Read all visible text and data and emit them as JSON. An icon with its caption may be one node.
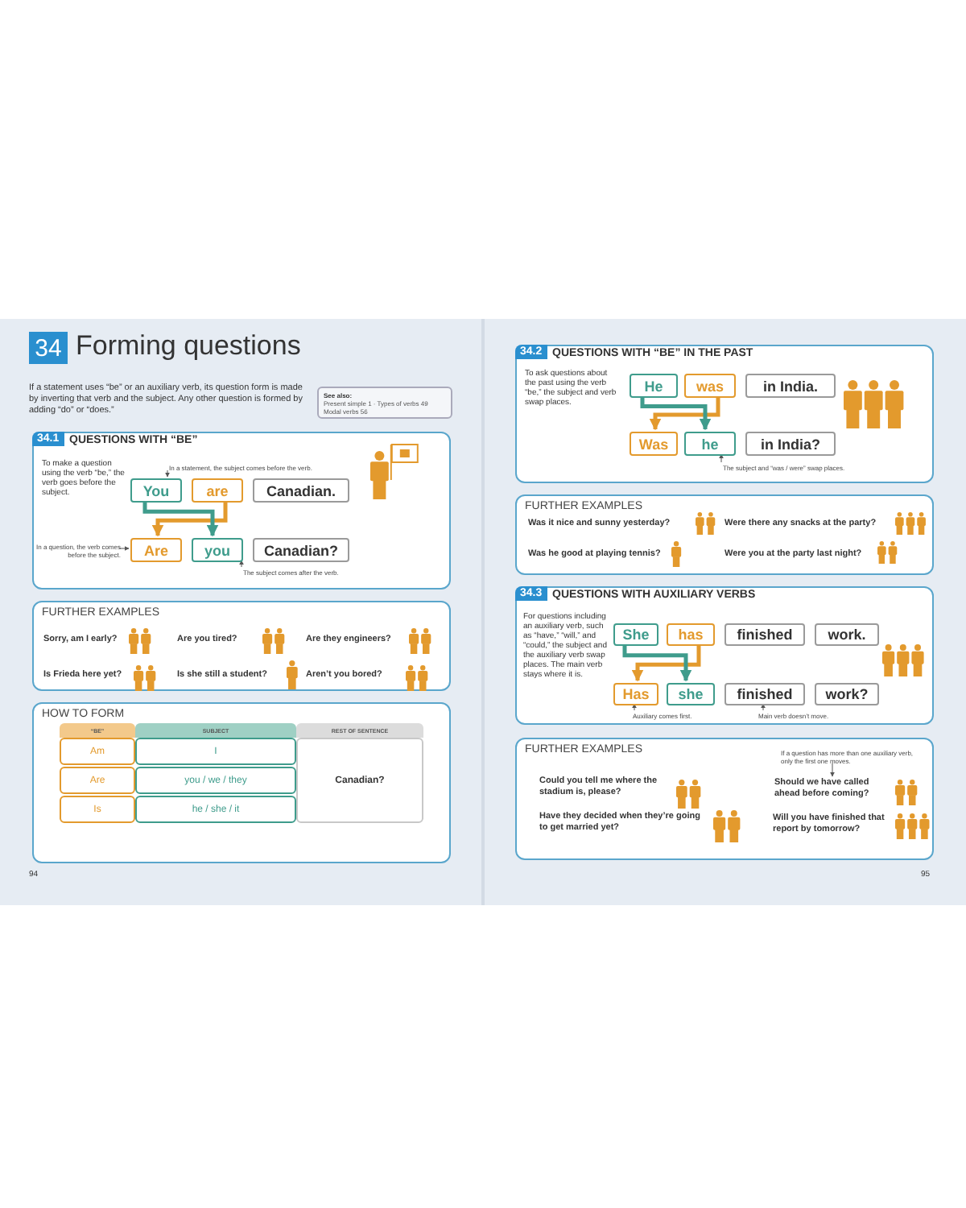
{
  "diagram": {
    "title": "Forming questions",
    "nodes": [
      {
        "text": [
          "See also:",
          "Present simple 1 · Types of verbs 49 Modal verbs 56"
        ]
      },
      {
        "text": [
          "34.1",
          "QUESTIONS WITH “BE”",
          "To make a question using the verb “be,” the verb goes before the subject."
        ]
      },
      {
        "text": [
          "In a statement, the subject comes before the verb."
        ],
        "in": 1
      },
      {
        "text": [
          "You"
        ],
        "in": 1
      },
      {
        "text": [
          "are"
        ],
        "in": 1
      },
      {
        "text": [
          "Canadian."
        ],
        "in": 1
      },
      {
        "text": [
          "In a question, the verb comes before the subject."
        ],
        "in": 1
      },
      {
        "text": [
          "Are"
        ],
        "in": 1
      },
      {
        "text": [
          "you"
        ],
        "in": 1
      },
      {
        "text": [
          "Canadian?"
        ],
        "in": 1
      },
      {
        "text": [
          "The subject comes after the verb."
        ],
        "in": 1
      },
      {
        "text": [
          "FURTHER EXAMPLES"
        ]
      },
      {
        "text": [
          "HOW TO FORM"
        ]
      },
      {
        "text": [
          "34.2",
          "QUESTIONS WITH “BE” IN THE PAST",
          "To ask questions about the past using the verb “be,” the subject and verb swap places."
        ]
      },
      {
        "text": [
          "He"
        ],
        "in": 13
      },
      {
        "text": [
          "was"
        ],
        "in": 13
      },
      {
        "text": [
          "in India."
        ],
        "in": 13
      },
      {
        "text": [
          "Was"
        ],
        "in": 13
      },
      {
        "text": [
          "he"
        ],
        "in": 13
      },
      {
        "text": [
          "in India?"
        ],
        "in": 13
      },
      {
        "text": [
          "The subject and “was / were” swap places."
        ],
        "in": 13
      },
      {
        "text": [
          "FURTHER EXAMPLES"
        ]
      },
      {
        "text": [
          "34.3",
          "QUESTIONS WITH AUXILIARY VERBS",
          "For questions including an auxiliary verb, such as “have,” “will,” and “could,” the subject and the auxiliary verb swap places. The main verb stays where it is."
        ]
      },
      {
        "text": [
          "She"
        ],
        "in": 22
      },
      {
        "text": [
          "has"
        ],
        "in": 22
      },
      {
        "text": [
          "finished"
        ],
        "in": 22
      },
      {
        "text": [
          "work."
        ],
        "in": 22
      },
      {
        "text": [
          "Has"
        ],
        "in": 22
      },
      {
        "text": [
          "she"
        ],
        "in": 22
      },
      {
        "text": [
          "finished"
        ],
        "in": 22
      },
      {
        "text": [
          "work?"
        ],
        "in": 22
      },
      {
        "text": [
          "Auxiliary comes first."
        ],
        "in": 22
      },
      {
        "text": [
          "Main verb doesn’t move."
        ],
        "in": 22
      },
      {
        "text": [
          "FURTHER EXAMPLES"
        ]
      },
      {
        "text": [
          "If a question has more than one auxiliary verb, only the first one moves."
        ],
        "in": 33
      },
      {
        "text": [
          "Should we have called ahead before coming?"
        ],
        "in": 33
      }
    ],
    "edges": [
      {
        "from": 2,
        "to": 3,
        "arrow": "to"
      },
      {
        "from": 4,
        "to": 7,
        "arrow": "to",
        "style": "thick",
        "color": "#e39a2d"
      },
      {
        "from": 3,
        "to": 8,
        "arrow": "to",
        "style": "thick",
        "color": "#3f9c8c"
      },
      {
        "from": 6,
        "to": 7,
        "arrow": "to"
      },
      {
        "from": 10,
        "to": 8,
        "arrow": "to"
      },
      {
        "from": 15,
        "to": 17,
        "arrow": "to",
        "style": "thick",
        "color": "#e39a2d"
      },
      {
        "from": 14,
        "to": 18,
        "arrow": "to",
        "style": "thick",
        "color": "#3f9c8c"
      },
      {
        "from": 20,
        "to": 18,
        "arrow": "to"
      },
      {
        "from": 24,
        "to": 27,
        "arrow": "to",
        "style": "thick",
        "color": "#e39a2d"
      },
      {
        "from": 23,
        "to": 28,
        "arrow": "to",
        "style": "thick",
        "color": "#3f9c8c"
      },
      {
        "from": 31,
        "to": 27,
        "arrow": "to"
      },
      {
        "from": 32,
        "to": 29,
        "arrow": "to"
      },
      {
        "from": 34,
        "to": 35,
        "arrow": "to"
      }
    ],
    "labels": [
      "34",
      "If a statement uses “be” or an auxiliary verb, its question form is made by inverting that verb and the subject. Any other question is formed by adding “do” or “does.”",
      "Sorry, am I early?",
      "Are you tired?",
      "Are they engineers?",
      "Is Frieda here yet?",
      "Is she still a student?",
      "Aren’t you bored?",
      "“BE”",
      "SUBJECT",
      "REST OF SENTENCE",
      "Am",
      "I",
      "Are",
      "you / we / they",
      "Canadian?",
      "Is",
      "he / she / it",
      "94",
      "Was it nice and sunny yesterday?",
      "Were there any snacks at the party?",
      "Was he good at playing tennis?",
      "Were you at the party last night?",
      "Could you tell me where the stadium is, please?",
      "Have they decided when they’re going to get married yet?",
      "Will you have finished that report by tomorrow?",
      "95"
    ]
  }
}
